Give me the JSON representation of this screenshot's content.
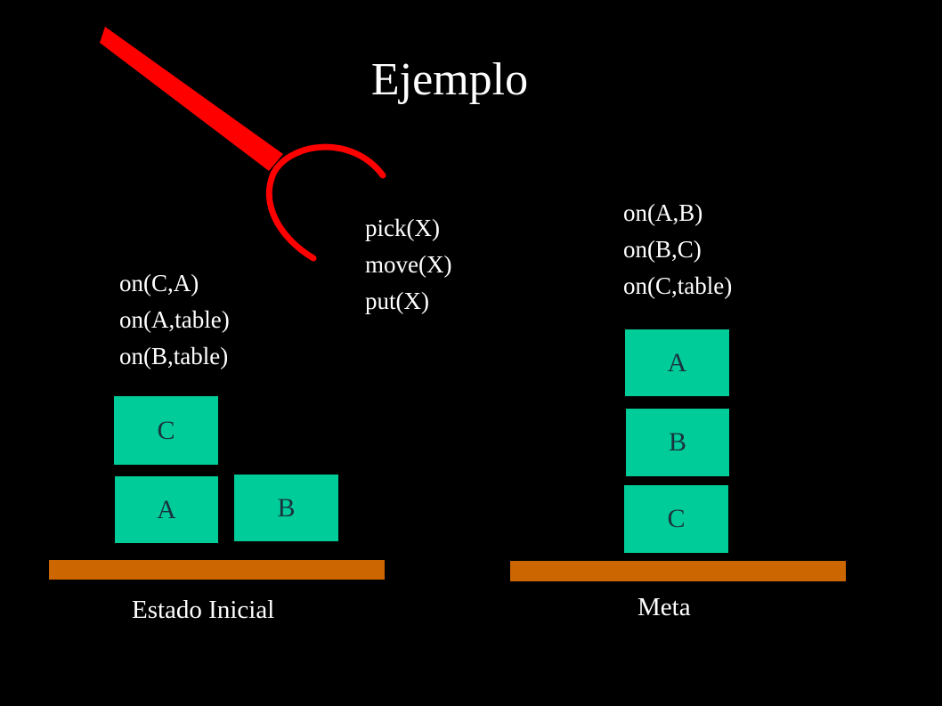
{
  "title": "Ejemplo",
  "actions": [
    "pick(X)",
    "move(X)",
    "put(X)"
  ],
  "initial_state": {
    "predicates": [
      "on(C,A)",
      "on(A,table)",
      "on(B,table)"
    ],
    "blocks": {
      "top_left": "C",
      "bottom_left": "A",
      "right": "B"
    },
    "caption": "Estado Inicial"
  },
  "goal_state": {
    "predicates": [
      "on(A,B)",
      "on(B,C)",
      "on(C,table)"
    ],
    "blocks": {
      "top": "A",
      "middle": "B",
      "bottom": "C"
    },
    "caption": "Meta"
  },
  "colors": {
    "background": "#000000",
    "block": "#00cc99",
    "block_text": "#1a3340",
    "table": "#cc6600",
    "robot_arm": "#ff0000",
    "text": "#ffffff"
  },
  "icons": {
    "robot_arm": "robot-gripper-icon"
  }
}
